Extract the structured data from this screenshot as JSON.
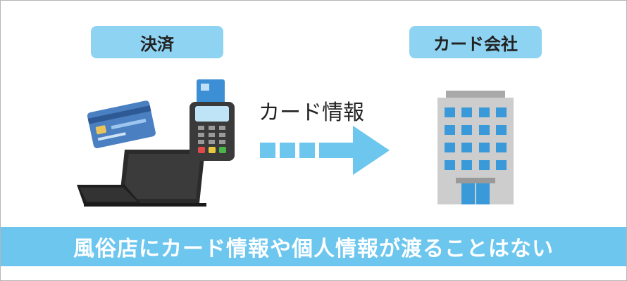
{
  "labels": {
    "payment": "決済",
    "card_company": "カード会社",
    "flow": "カード情報"
  },
  "banner": {
    "text": "風俗店にカード情報や個人情報が渡ることはない"
  },
  "colors": {
    "label_bg": "#8fd3f3",
    "banner_bg": "#6cc6ee",
    "arrow": "#6cc6ee",
    "building": "#c8c8c8",
    "window": "#3a9ad9"
  },
  "icons": [
    "credit-card-icon",
    "laptop-icon",
    "card-terminal-icon",
    "arrow-right-icon",
    "office-building-icon"
  ]
}
